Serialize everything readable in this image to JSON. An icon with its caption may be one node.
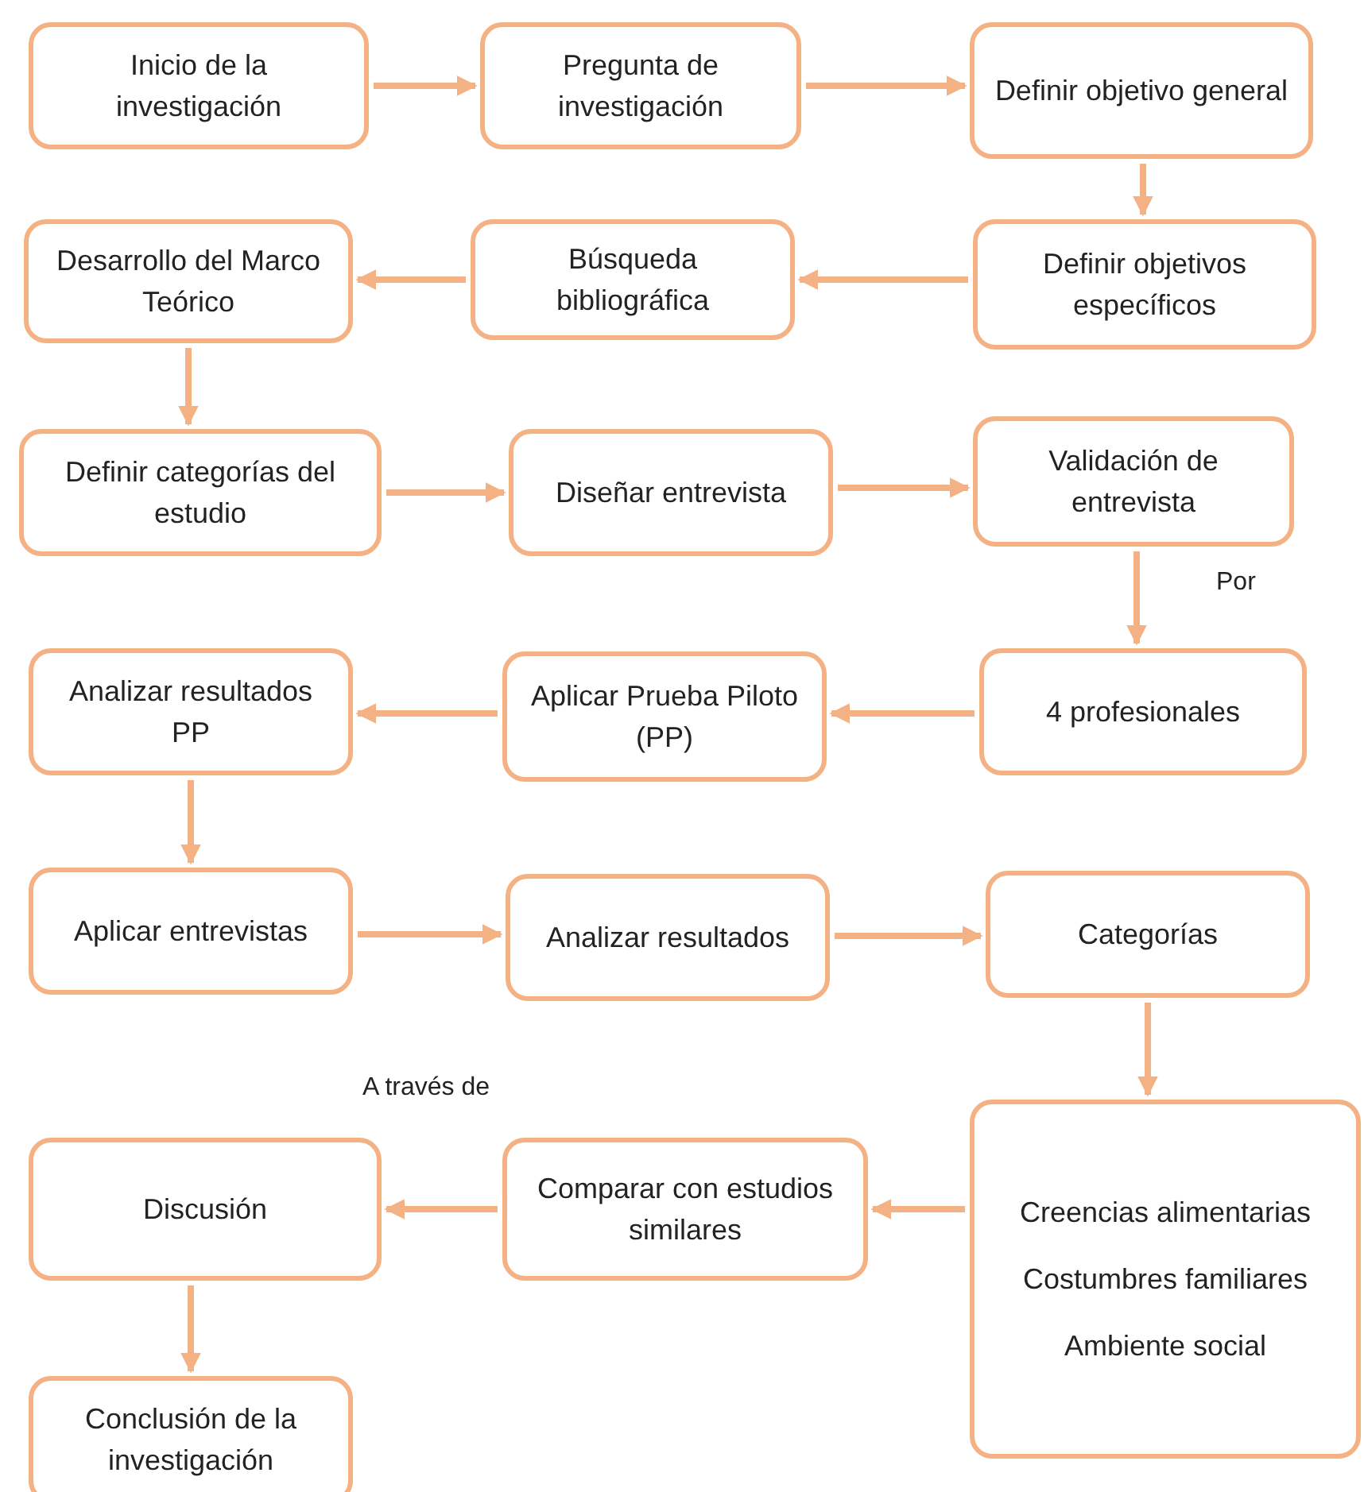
{
  "diagram": {
    "nodes": [
      {
        "text": [
          "Inicio de la investigación"
        ]
      },
      {
        "text": [
          "Pregunta de investigación"
        ]
      },
      {
        "text": [
          "Definir  objetivo general"
        ]
      },
      {
        "text": [
          "Desarrollo del Marco Teórico"
        ]
      },
      {
        "text": [
          "Búsqueda bibliográfica"
        ]
      },
      {
        "text": [
          "Definir objetivos específicos"
        ]
      },
      {
        "text": [
          "Definir categorías del estudio"
        ]
      },
      {
        "text": [
          "Diseñar entrevista"
        ]
      },
      {
        "text": [
          "Validación de entrevista"
        ]
      },
      {
        "text": [
          "Analizar resultados PP"
        ]
      },
      {
        "text": [
          "Aplicar Prueba Piloto (PP)"
        ]
      },
      {
        "text": [
          "4 profesionales"
        ]
      },
      {
        "text": [
          "Aplicar entrevistas"
        ]
      },
      {
        "text": [
          "Analizar resultados"
        ]
      },
      {
        "text": [
          "Categorías"
        ]
      },
      {
        "text": [
          "Discusión"
        ]
      },
      {
        "text": [
          "Comparar con estudios similares"
        ]
      },
      {
        "text": [
          "Creencias alimentarias",
          "Costumbres familiares",
          "Ambiente social"
        ]
      },
      {
        "text": [
          "Conclusión de la investigación"
        ]
      }
    ],
    "edges": [
      {
        "from": 0,
        "to": 1,
        "arrow": "to"
      },
      {
        "from": 1,
        "to": 2,
        "arrow": "to"
      },
      {
        "from": 2,
        "to": 5,
        "arrow": "to"
      },
      {
        "from": 5,
        "to": 4,
        "arrow": "to"
      },
      {
        "from": 4,
        "to": 3,
        "arrow": "to"
      },
      {
        "from": 3,
        "to": 6,
        "arrow": "to"
      },
      {
        "from": 6,
        "to": 7,
        "arrow": "to"
      },
      {
        "from": 7,
        "to": 8,
        "arrow": "to"
      },
      {
        "from": 8,
        "to": 11,
        "arrow": "to",
        "label": "Por"
      },
      {
        "from": 11,
        "to": 10,
        "arrow": "to"
      },
      {
        "from": 10,
        "to": 9,
        "arrow": "to"
      },
      {
        "from": 9,
        "to": 12,
        "arrow": "to"
      },
      {
        "from": 12,
        "to": 13,
        "arrow": "to"
      },
      {
        "from": 13,
        "to": 14,
        "arrow": "to"
      },
      {
        "from": 14,
        "to": 17,
        "arrow": "to"
      },
      {
        "from": 17,
        "to": 16,
        "arrow": "to"
      },
      {
        "from": 16,
        "to": 15,
        "arrow": "to"
      },
      {
        "from": 15,
        "to": 18,
        "arrow": "to"
      }
    ],
    "labels": [
      "A través de"
    ]
  }
}
